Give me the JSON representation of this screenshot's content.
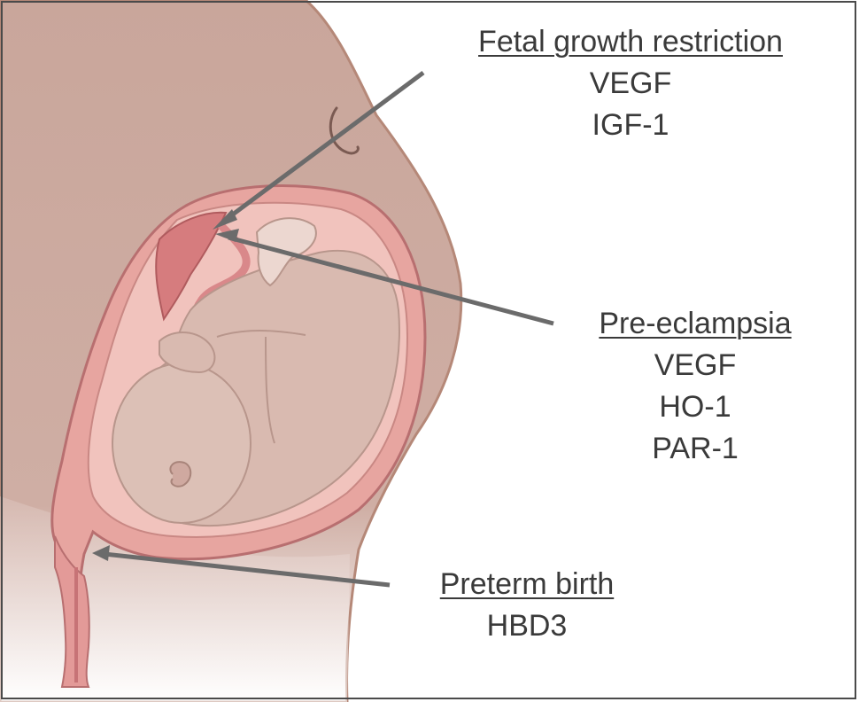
{
  "colors": {
    "background": "#ffffff",
    "body_skin": "#c9a69b",
    "body_edge": "#b58878",
    "uterus_wall": "#e7a5a0",
    "uterus_inner": "#f1c3bd",
    "fetus": "#d9bab0",
    "placenta": "#d67c7e",
    "arrow": "#6b6b6b",
    "text": "#3a3a3a"
  },
  "labels": {
    "fetal_growth_restriction": {
      "heading": "Fetal growth restriction",
      "markers": [
        "VEGF",
        "IGF-1"
      ]
    },
    "pre_eclampsia": {
      "heading": "Pre-eclampsia",
      "markers": [
        "VEGF",
        "HO-1",
        "PAR-1"
      ]
    },
    "preterm_birth": {
      "heading": "Preterm birth",
      "markers": [
        "HBD3"
      ]
    }
  }
}
